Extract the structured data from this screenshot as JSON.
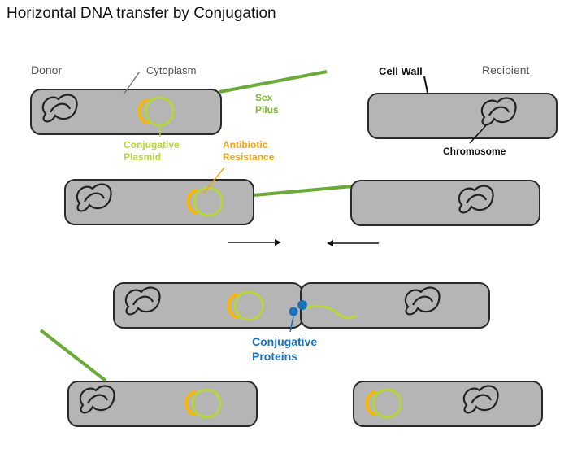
{
  "title": "Horizontal DNA transfer by Conjugation",
  "labels": {
    "donor": "Donor",
    "cytoplasm": "Cytoplasm",
    "sex_pilus": [
      "Sex",
      "Pilus"
    ],
    "cell_wall": "Cell Wall",
    "recipient": "Recipient",
    "conjugative_plasmid": [
      "Conjugative",
      "Plasmid"
    ],
    "antibiotic_resistance": [
      "Antibiotic",
      "Resistance"
    ],
    "chromosome": "Chromosome",
    "conjugative_proteins": [
      "Conjugative",
      "Proteins"
    ]
  },
  "colors": {
    "cell_fill": "#b5b5b5",
    "cell_stroke": "#2a2a2a",
    "pilus": "#6aaa3a",
    "plasmid": "#b6d63a",
    "resistance_gene": "#f5b70f",
    "label_green": "#7ab83a",
    "label_lime": "#b6d63a",
    "label_orange": "#f3a812",
    "protein_blue": "#1a73b8",
    "label_grey": "#555555",
    "label_dark": "#111111"
  }
}
